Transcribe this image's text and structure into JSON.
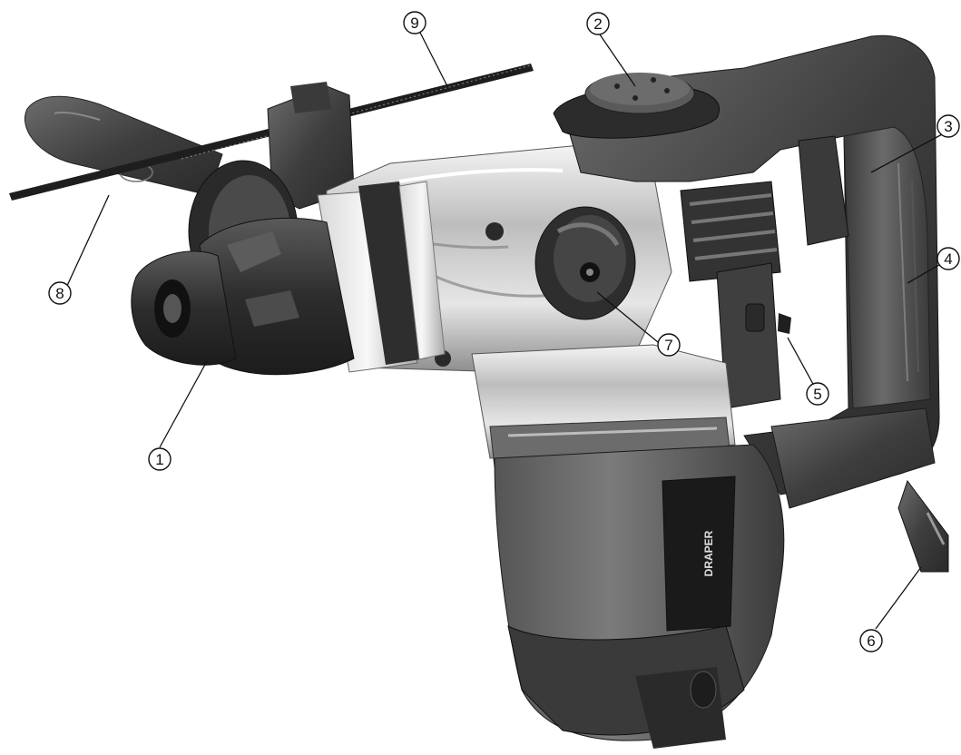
{
  "callouts": [
    {
      "id": "1",
      "label": "1"
    },
    {
      "id": "2",
      "label": "2"
    },
    {
      "id": "3",
      "label": "3"
    },
    {
      "id": "4",
      "label": "4"
    },
    {
      "id": "5",
      "label": "5"
    },
    {
      "id": "6",
      "label": "6"
    },
    {
      "id": "7",
      "label": "7"
    },
    {
      "id": "8",
      "label": "8"
    },
    {
      "id": "9",
      "label": "9"
    }
  ],
  "body_label": "DRAPER"
}
